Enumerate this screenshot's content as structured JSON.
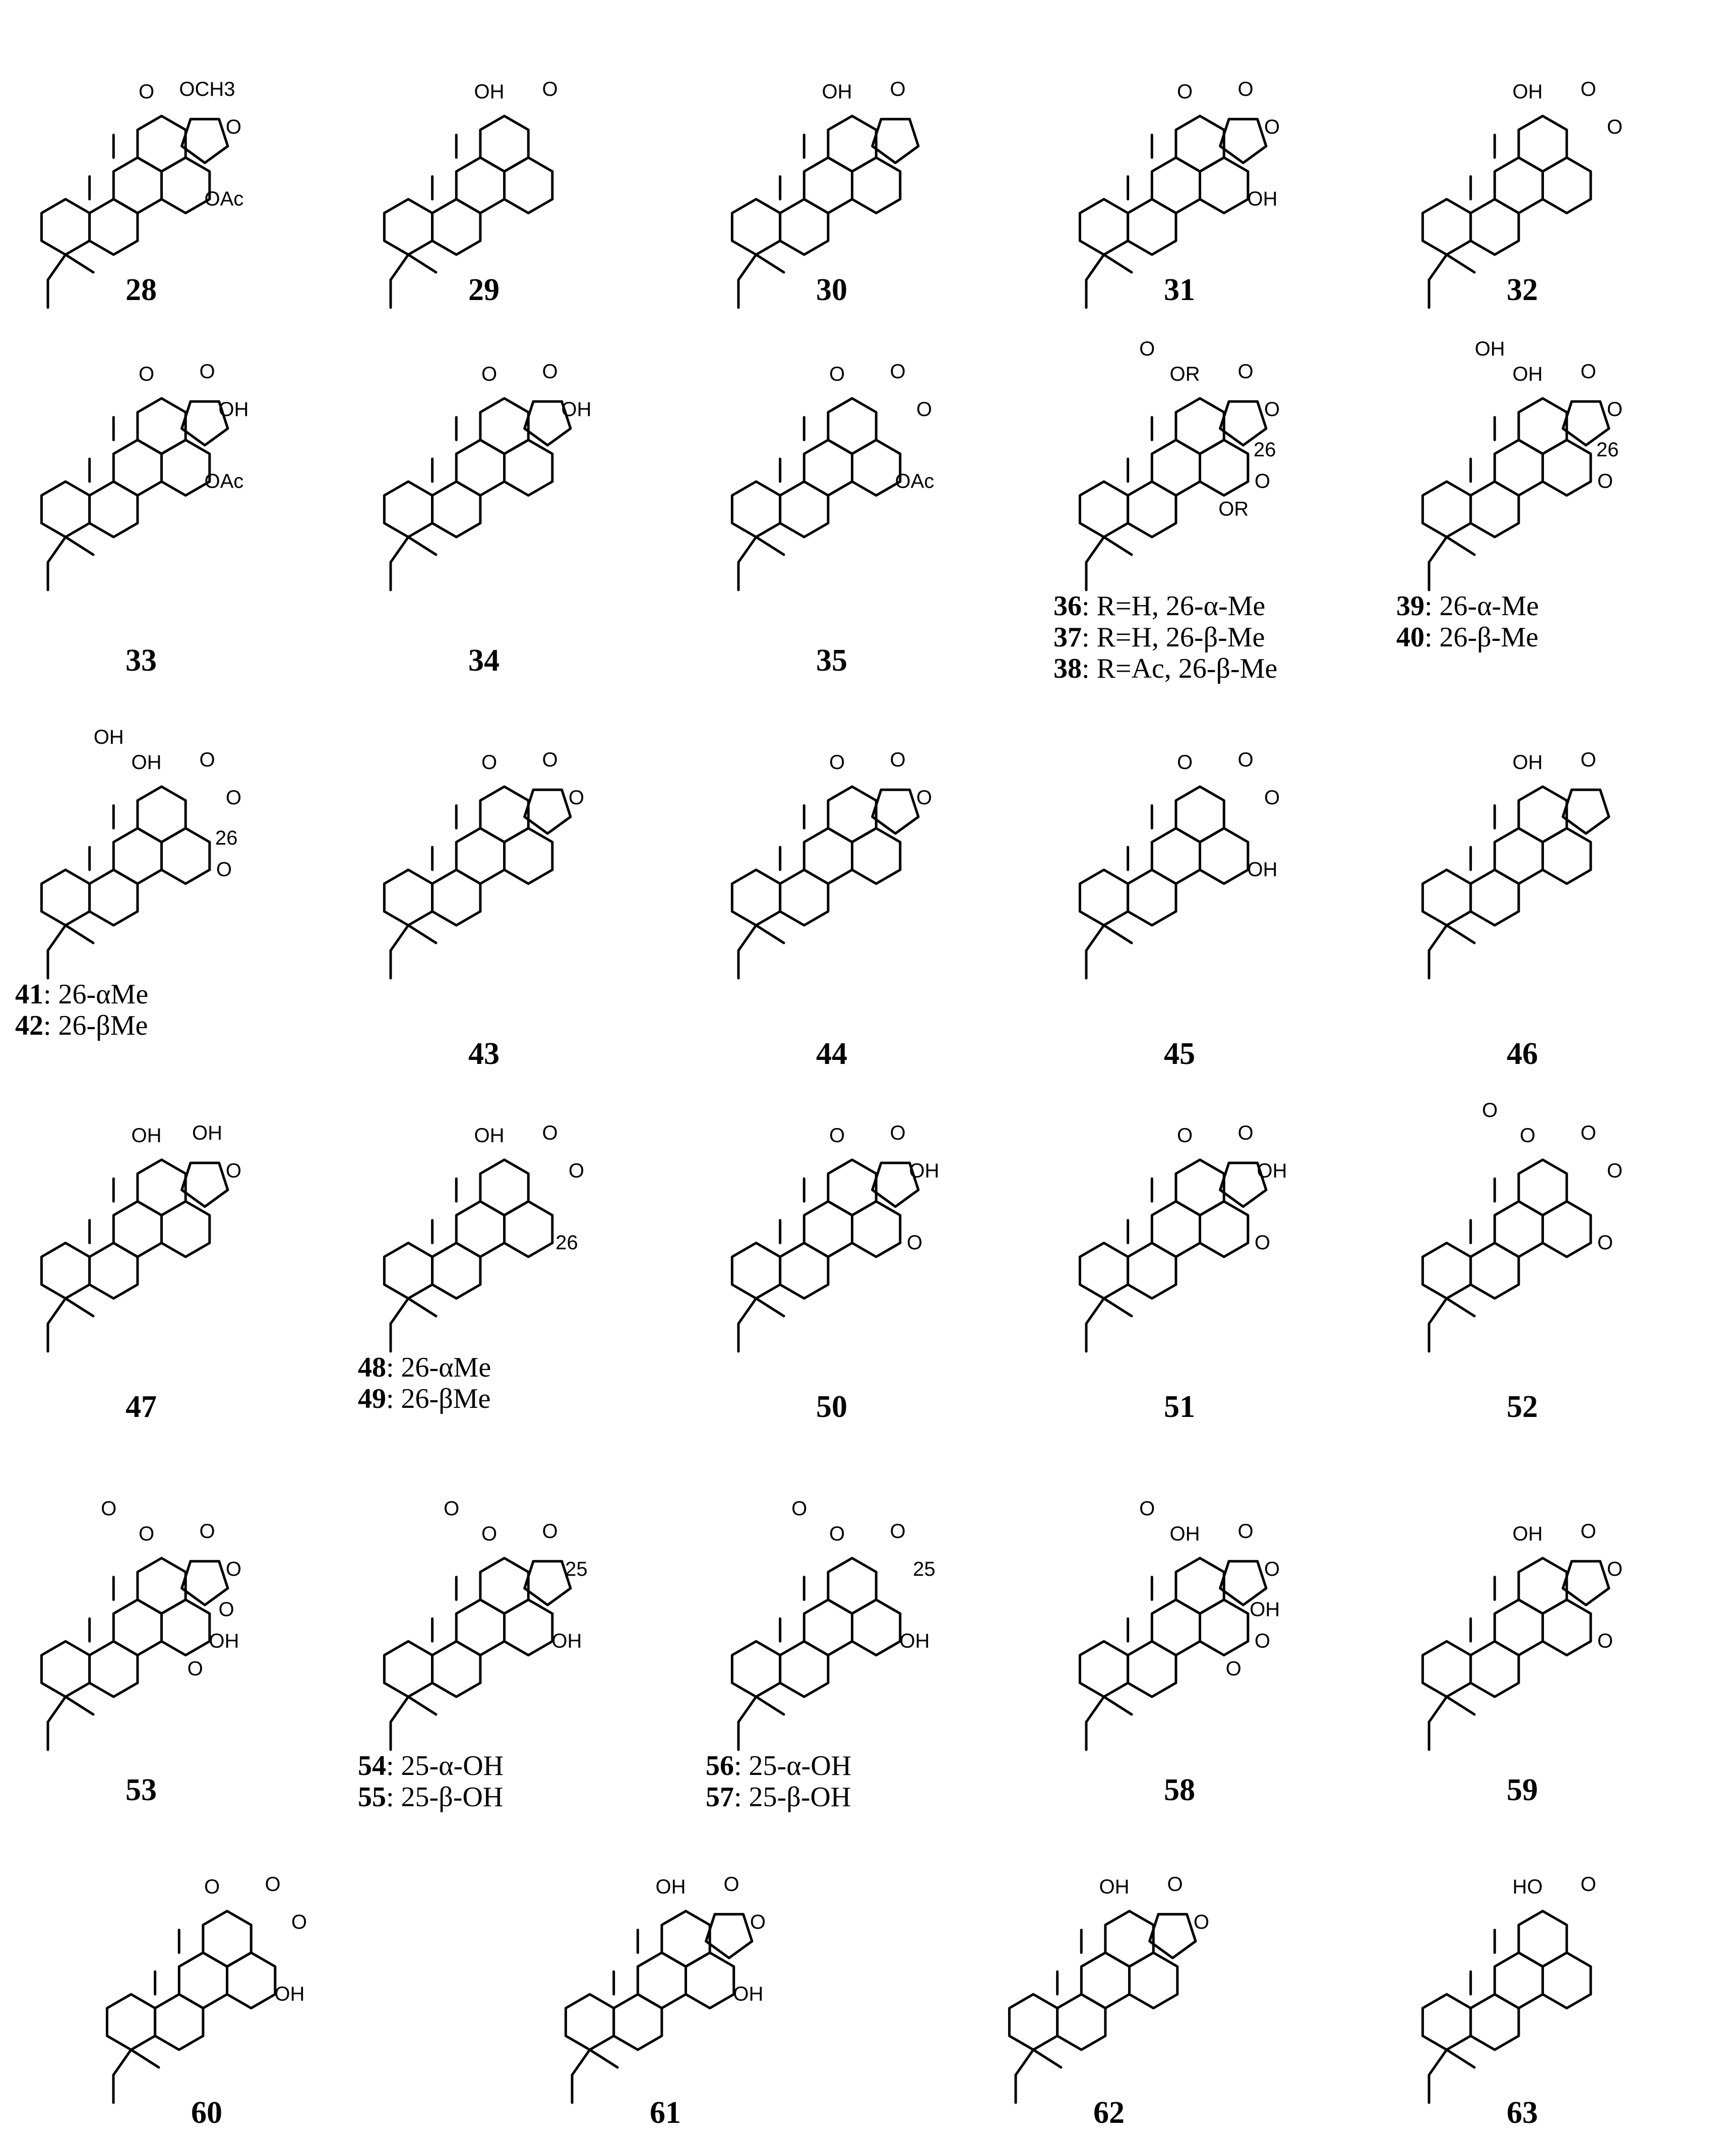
{
  "figure": {
    "compounds": [
      {
        "id": "28",
        "labels": [
          "O",
          "OCH3",
          "O",
          "OAc"
        ],
        "captions": []
      },
      {
        "id": "29",
        "labels": [
          "OH",
          "O"
        ],
        "captions": []
      },
      {
        "id": "30",
        "labels": [
          "OH",
          "O"
        ],
        "captions": []
      },
      {
        "id": "31",
        "labels": [
          "O",
          "O",
          "O",
          "OH"
        ],
        "captions": []
      },
      {
        "id": "32",
        "labels": [
          "OH",
          "O",
          "O"
        ],
        "captions": []
      },
      {
        "id": "33",
        "labels": [
          "O",
          "O",
          "OH",
          "OAc"
        ],
        "captions": []
      },
      {
        "id": "34",
        "labels": [
          "O",
          "O",
          "OH"
        ],
        "captions": []
      },
      {
        "id": "35",
        "labels": [
          "O",
          "O",
          "O",
          "OAc"
        ],
        "captions": []
      },
      {
        "id": "36",
        "labels": [
          "OR",
          "O",
          "O",
          "O",
          "O",
          "26",
          "OR"
        ],
        "captions": [
          {
            "num": "36",
            "text": ": R=H, 26-α-Me"
          },
          {
            "num": "37",
            "text": ": R=H, 26-β-Me"
          },
          {
            "num": "38",
            "text": ": R=Ac, 26-β-Me"
          }
        ]
      },
      {
        "id": "39",
        "labels": [
          "OH",
          "O",
          "O",
          "O",
          "OH",
          "26"
        ],
        "captions": [
          {
            "num": "39",
            "text": ": 26-α-Me"
          },
          {
            "num": "40",
            "text": ": 26-β-Me"
          }
        ]
      },
      {
        "id": "41",
        "labels": [
          "OH",
          "O",
          "O",
          "O",
          "OH",
          "26"
        ],
        "captions": [
          {
            "num": "41",
            "text": ": 26-αMe"
          },
          {
            "num": "42",
            "text": ": 26-βMe"
          }
        ]
      },
      {
        "id": "43",
        "labels": [
          "O",
          "O",
          "O"
        ],
        "captions": []
      },
      {
        "id": "44",
        "labels": [
          "O",
          "O",
          "O"
        ],
        "captions": []
      },
      {
        "id": "45",
        "labels": [
          "O",
          "O",
          "O",
          "OH"
        ],
        "captions": []
      },
      {
        "id": "46",
        "labels": [
          "OH",
          "O"
        ],
        "captions": []
      },
      {
        "id": "47",
        "labels": [
          "OH",
          "OH",
          "O"
        ],
        "captions": []
      },
      {
        "id": "48",
        "labels": [
          "OH",
          "O",
          "O",
          "26"
        ],
        "captions": [
          {
            "num": "48",
            "text": ": 26-αMe"
          },
          {
            "num": "49",
            "text": ": 26-βMe"
          }
        ]
      },
      {
        "id": "50",
        "labels": [
          "O",
          "O",
          "OH",
          "O"
        ],
        "captions": []
      },
      {
        "id": "51",
        "labels": [
          "O",
          "O",
          "OH",
          "O"
        ],
        "captions": []
      },
      {
        "id": "52",
        "labels": [
          "O",
          "O",
          "O",
          "O",
          "O"
        ],
        "captions": []
      },
      {
        "id": "53",
        "labels": [
          "O",
          "O",
          "O",
          "OH",
          "O",
          "O",
          "O"
        ],
        "captions": []
      },
      {
        "id": "54",
        "labels": [
          "O",
          "O",
          "25",
          "OH",
          "O"
        ],
        "captions": [
          {
            "num": "54",
            "text": ": 25-α-OH"
          },
          {
            "num": "55",
            "text": ": 25-β-OH"
          }
        ]
      },
      {
        "id": "56",
        "labels": [
          "O",
          "O",
          "25",
          "OH",
          "O"
        ],
        "captions": [
          {
            "num": "56",
            "text": ": 25-α-OH"
          },
          {
            "num": "57",
            "text": ": 25-β-OH"
          }
        ]
      },
      {
        "id": "58",
        "labels": [
          "OH",
          "O",
          "O",
          "O",
          "O",
          "OH",
          "O"
        ],
        "captions": []
      },
      {
        "id": "59",
        "labels": [
          "OH",
          "O",
          "O",
          "O"
        ],
        "captions": []
      },
      {
        "id": "60",
        "labels": [
          "O",
          "O",
          "O",
          "OH"
        ],
        "captions": []
      },
      {
        "id": "61",
        "labels": [
          "OH",
          "O",
          "O",
          "OH"
        ],
        "captions": []
      },
      {
        "id": "62",
        "labels": [
          "OH",
          "O",
          "O"
        ],
        "captions": []
      },
      {
        "id": "63",
        "labels": [
          "HO",
          "O"
        ],
        "captions": []
      }
    ]
  }
}
